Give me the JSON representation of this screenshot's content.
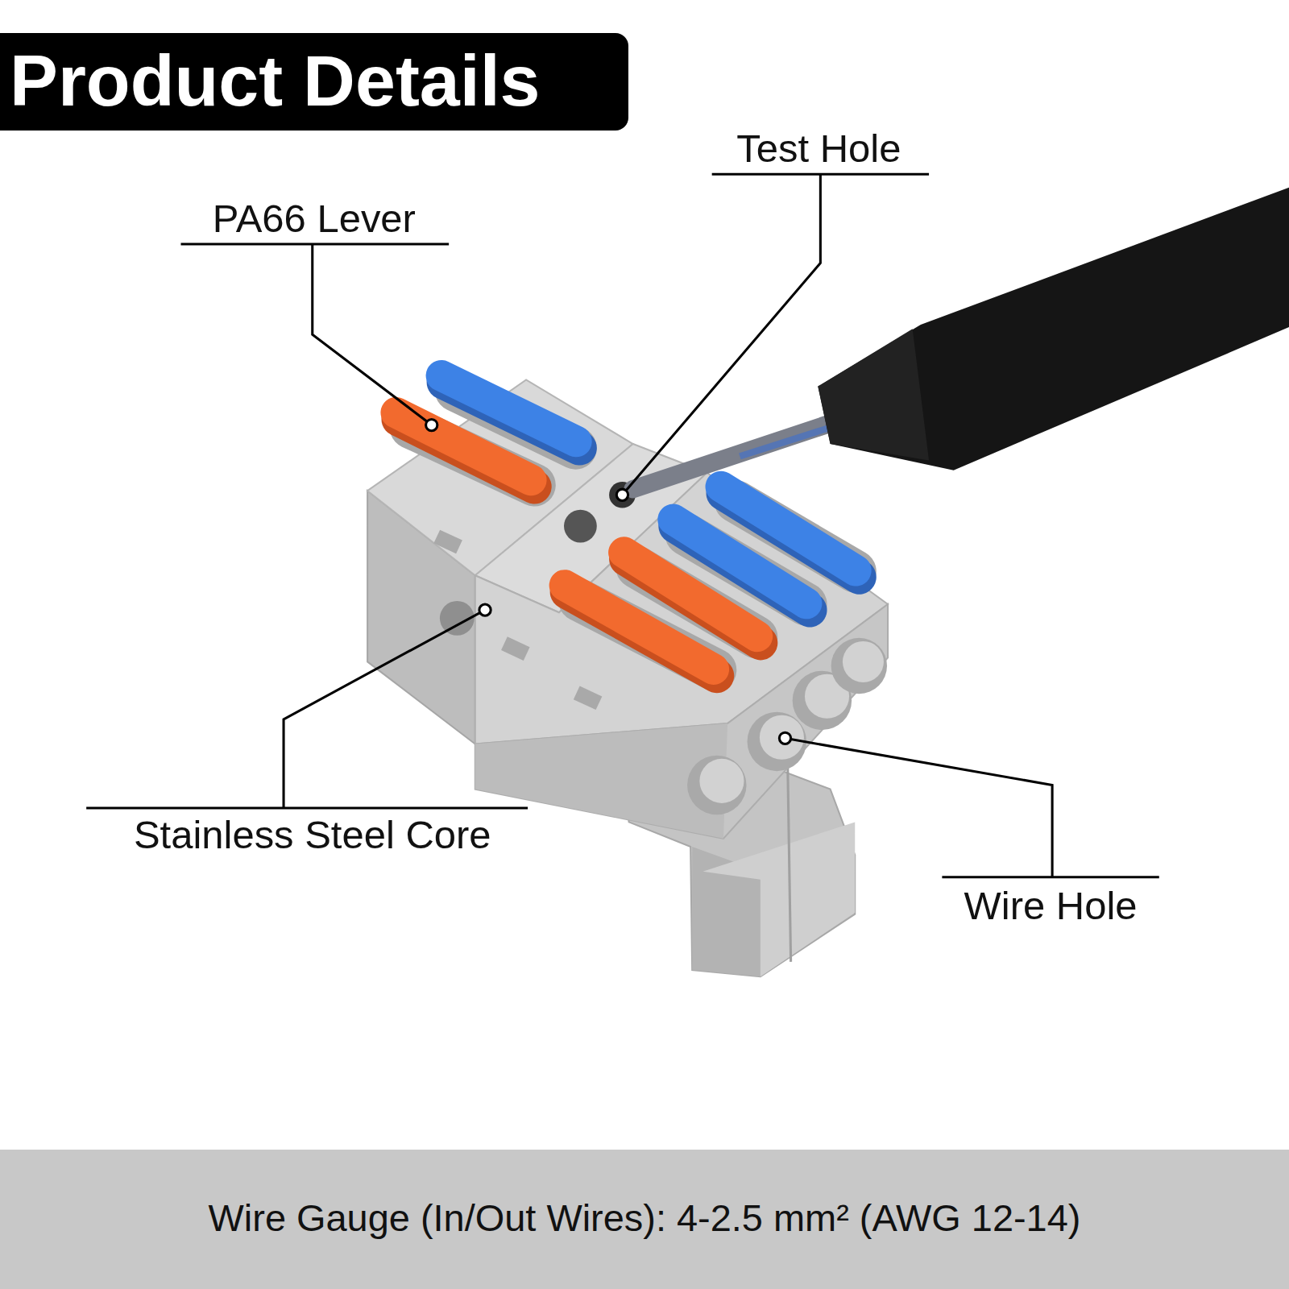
{
  "diagram": {
    "title": "Product Details",
    "caption": "Wire Gauge (In/Out Wires): 4-2.5 mm² (AWG 12-14)",
    "labels": [
      "PA66 Lever",
      "Test Hole",
      "Stainless Steel Core",
      "Wire Hole"
    ]
  }
}
